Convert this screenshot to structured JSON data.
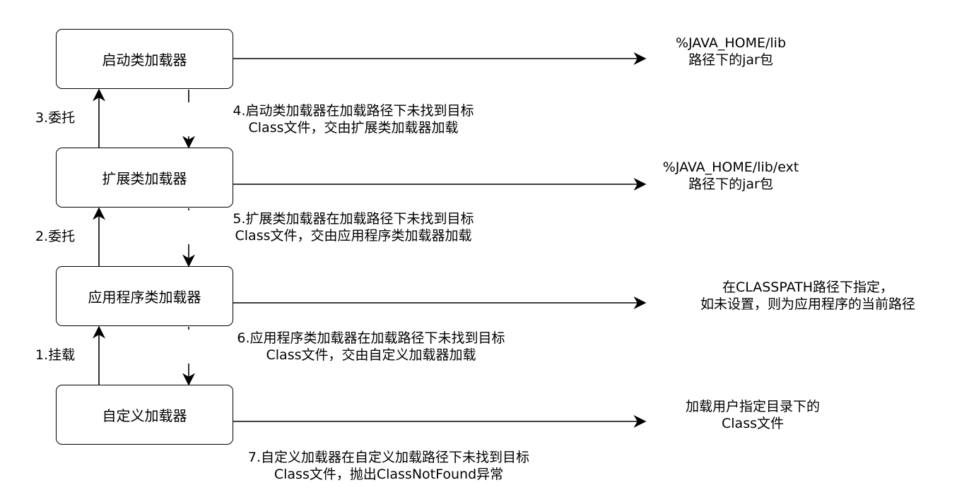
{
  "loaders": {
    "bootstrap": "启动类加载器",
    "extension": "扩展类加载器",
    "application": "应用程序类加载器",
    "custom": "自定义加载器"
  },
  "targets": {
    "bootstrap": [
      "%JAVA_HOME/lib",
      "路径下的jar包"
    ],
    "extension": [
      "%JAVA_HOME/lib/ext",
      "路径下的jar包"
    ],
    "application": [
      "在CLASSPATH路径下指定，",
      "如未设置，则为应用程序的当前路径"
    ],
    "custom": [
      "加载用户指定目录下的",
      "Class文件"
    ]
  },
  "up_labels": {
    "delegate_3": "3.委托",
    "delegate_2": "2.委托",
    "mount_1": "1.挂载"
  },
  "down_labels": {
    "step_4": [
      "4.启动类加载器在加载路径下未找到目标",
      "Class文件，交由扩展类加载器加载"
    ],
    "step_5": [
      "5.扩展类加载器在加载路径下未找到目标",
      "Class文件，交由应用程序类加载器加载"
    ],
    "step_6": [
      "6.应用程序类加载器在加载路径下未找到目标",
      "Class文件，交由自定义加载器加载"
    ],
    "step_7": [
      "7.自定义加载器在自定义加载路径下未找到目标",
      "Class文件，抛出ClassNotFound异常"
    ]
  },
  "colors": {
    "stroke": "#000000",
    "background": "#ffffff"
  }
}
